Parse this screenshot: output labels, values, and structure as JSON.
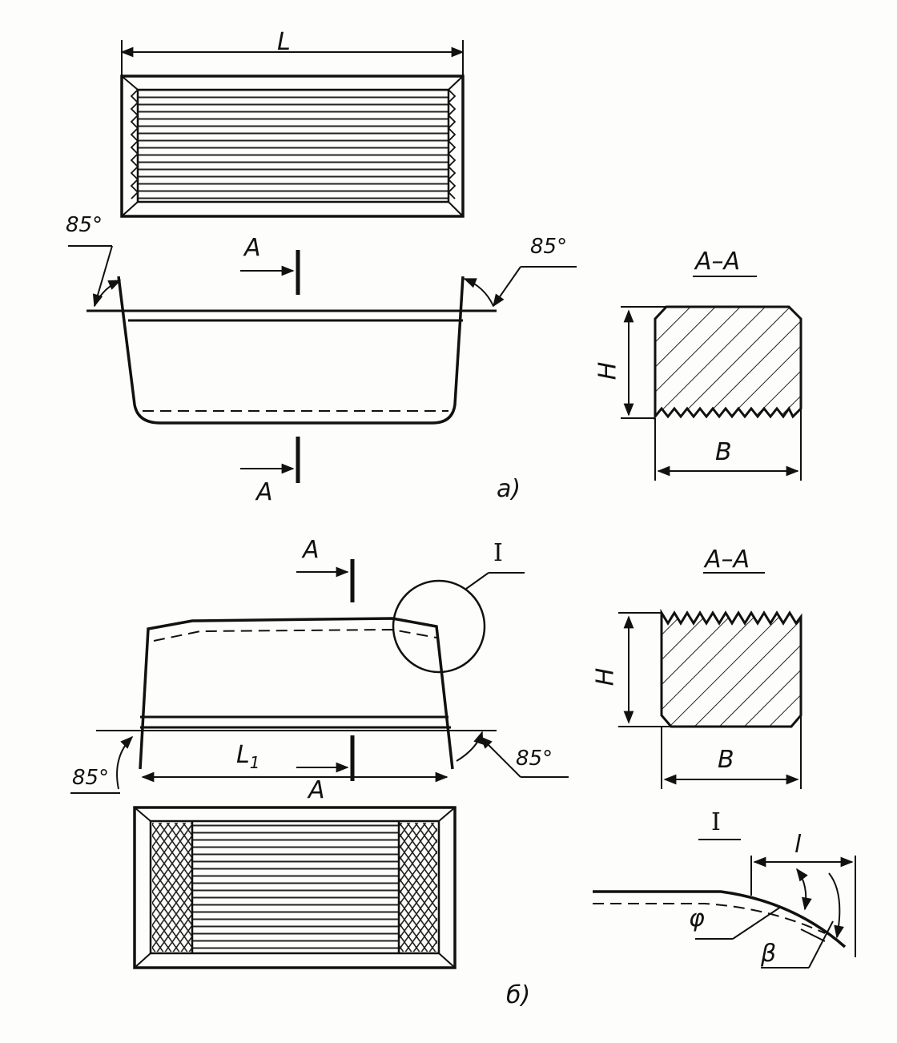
{
  "labels": {
    "a_length": "L",
    "a_angle_left": "85°",
    "a_angle_right": "85°",
    "a_section_top": "A",
    "a_section_bottom": "A",
    "a_section_title": "A–A",
    "a_height": "H",
    "a_width": "B",
    "a_caption": "а)",
    "b_section_top": "A",
    "b_detail_mark": "I",
    "b_section_title": "A–A",
    "b_height": "H",
    "b_width": "B",
    "b_length": "L",
    "b_length_sub": "1",
    "b_section_bottom": "A",
    "b_angle_left": "85°",
    "b_angle_right": "85°",
    "detail_title": "I",
    "detail_l": "l",
    "detail_phi": "φ",
    "detail_beta": "β",
    "b_caption": "б)"
  }
}
